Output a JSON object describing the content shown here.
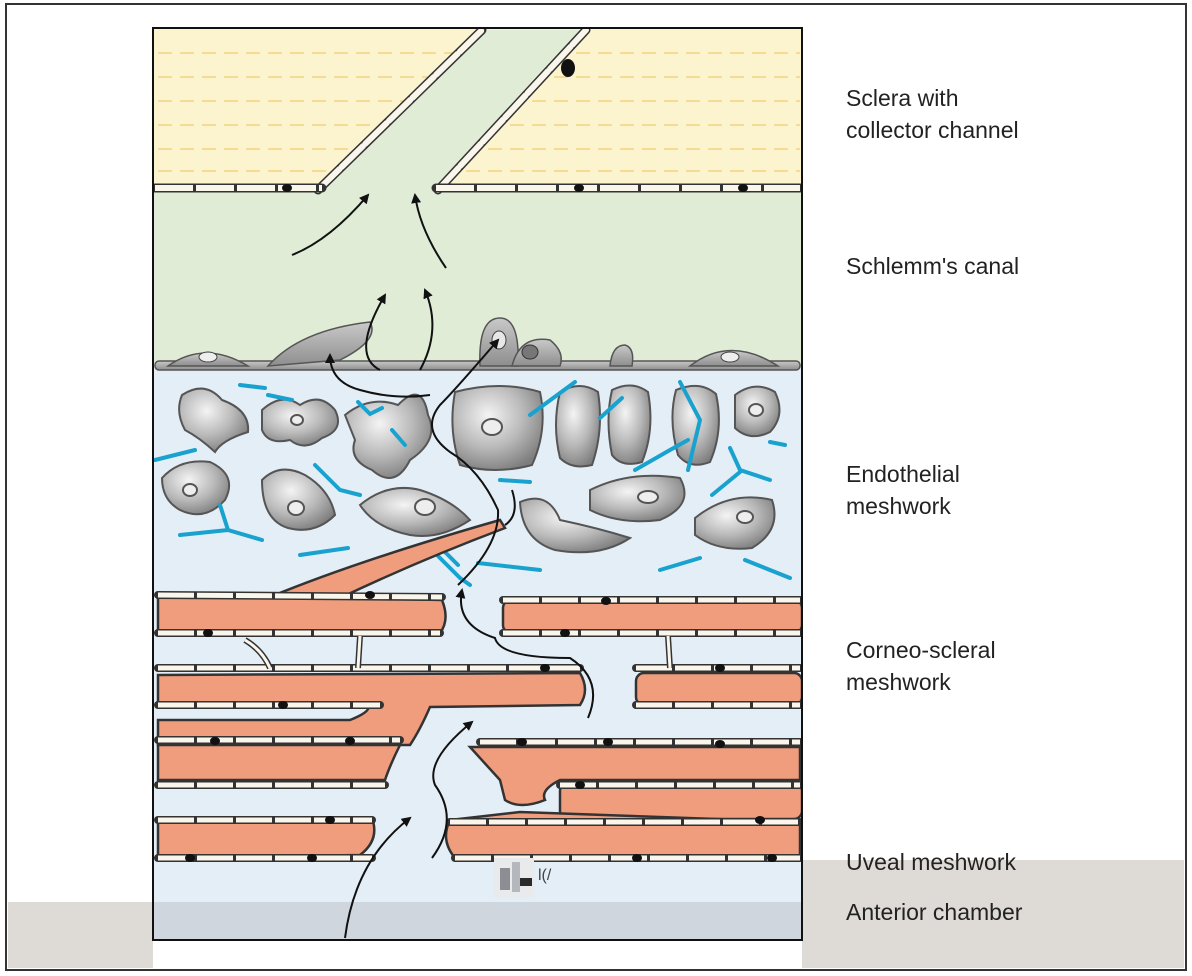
{
  "labels": {
    "sclera": [
      "Sclera with",
      "collector channel"
    ],
    "schlemm": "Schlemm's canal",
    "endothelial": [
      "Endothelial",
      "meshwork"
    ],
    "corneo": [
      "Corneo-scleral",
      "meshwork"
    ],
    "uveal": "Uveal meshwork",
    "chamber": "Anterior chamber"
  },
  "colors": {
    "sclera": "#fcf3cf",
    "sclera_lines": "#efcf70",
    "schlemm": "#e0ecd6",
    "meshwork_bg": "#e4eef7",
    "trabecular_beam": "#f09d7e",
    "fibers": "#1aa2cf",
    "cell_gray": "#9c9c9c",
    "chamber_band": "#dedad6"
  }
}
